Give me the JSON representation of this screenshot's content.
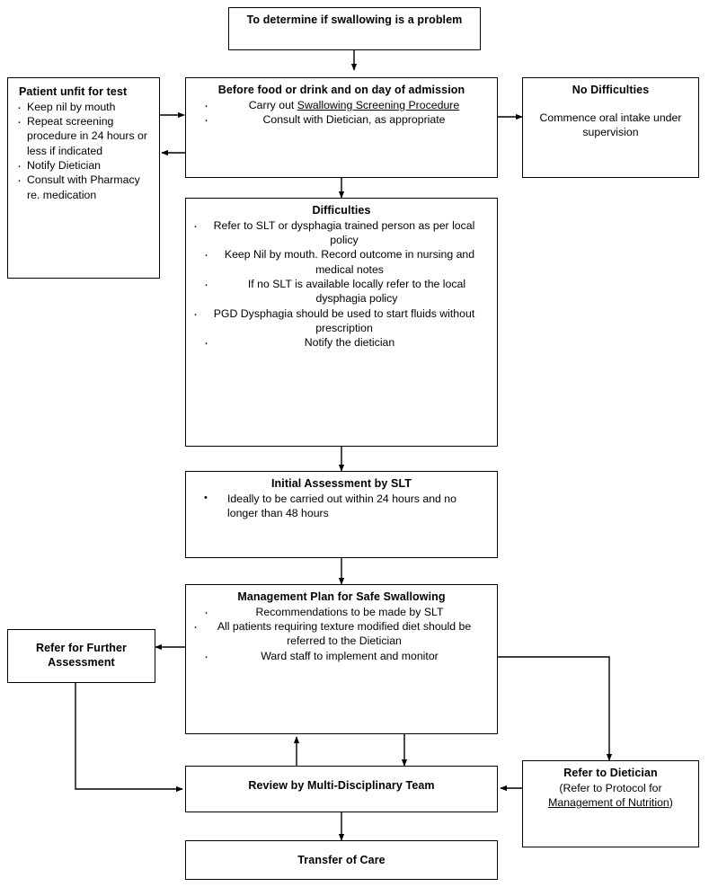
{
  "diagram": {
    "title": "Swallowing screening and management pathway flowchart",
    "line_color": "#000000",
    "box_border_color": "#000000",
    "background": "#ffffff"
  },
  "nodes": {
    "start": {
      "title": "To determine if swallowing is a problem"
    },
    "patient_unfit": {
      "title": "Patient unfit for test",
      "bullets": [
        "Keep nil by mouth",
        "Repeat  screening procedure in 24 hours or less if indicated",
        "Notify Dietician",
        "Consult with Pharmacy re. medication"
      ]
    },
    "before_food": {
      "title": "Before food or drink and on day of admission",
      "bullet1_prefix": "Carry out ",
      "bullet1_link": "Swallowing Screening Procedure",
      "bullet2": "Consult with Dietician, as appropriate"
    },
    "no_difficulties": {
      "title": "No Difficulties",
      "body": "Commence oral intake under supervision"
    },
    "difficulties": {
      "title": "Difficulties",
      "bullets": [
        "Refer to SLT or dysphagia trained person as per local policy",
        "Keep Nil by mouth. Record outcome in nursing and medical notes",
        "If no SLT is available locally refer to the local dysphagia policy",
        "PGD Dysphagia should be used to start fluids without prescription",
        "Notify the dietician"
      ]
    },
    "initial_assessment": {
      "title": "Initial Assessment  by SLT",
      "bullets": [
        "Ideally to be carried out within 24 hours and no longer than 48 hours"
      ]
    },
    "management_plan": {
      "title": "Management Plan for Safe Swallowing",
      "bullets": [
        "Recommendations to be made by SLT",
        "All patients requiring texture modified diet should be referred to the Dietician",
        "Ward staff to implement and monitor"
      ]
    },
    "refer_further": {
      "title": "Refer for Further Assessment"
    },
    "review_mdt": {
      "title": "Review by Multi-Disciplinary Team"
    },
    "refer_dietician": {
      "title": "Refer to Dietician",
      "line2": "(Refer to Protocol for",
      "line3_link": "Management  of Nutrition",
      "line3_suffix": ")"
    },
    "transfer_of_care": {
      "title": "Transfer of Care"
    }
  },
  "connectors": [
    {
      "name": "start-to-before-food",
      "from": "start",
      "to": "before_food",
      "direction": "down"
    },
    {
      "name": "patient-unfit-to-before-food",
      "from": "patient_unfit",
      "to": "before_food",
      "direction": "right"
    },
    {
      "name": "before-food-to-patient-unfit",
      "from": "before_food",
      "to": "patient_unfit",
      "direction": "left"
    },
    {
      "name": "before-food-to-no-difficulties",
      "from": "before_food",
      "to": "no_difficulties",
      "direction": "right"
    },
    {
      "name": "before-food-to-difficulties",
      "from": "before_food",
      "to": "difficulties",
      "direction": "down"
    },
    {
      "name": "difficulties-to-initial-assessment",
      "from": "difficulties",
      "to": "initial_assessment",
      "direction": "down"
    },
    {
      "name": "initial-assessment-to-management-plan",
      "from": "initial_assessment",
      "to": "management_plan",
      "direction": "down"
    },
    {
      "name": "management-plan-to-refer-further",
      "from": "management_plan",
      "to": "refer_further",
      "direction": "left"
    },
    {
      "name": "management-plan-to-refer-dietician",
      "from": "management_plan",
      "to": "refer_dietician",
      "direction": "right-down"
    },
    {
      "name": "management-plan-to-review-mdt",
      "from": "management_plan",
      "to": "review_mdt",
      "direction": "down"
    },
    {
      "name": "review-mdt-to-management-plan",
      "from": "review_mdt",
      "to": "management_plan",
      "direction": "up"
    },
    {
      "name": "refer-further-to-review-mdt",
      "from": "refer_further",
      "to": "review_mdt",
      "direction": "down-right"
    },
    {
      "name": "refer-dietician-to-review-mdt",
      "from": "refer_dietician",
      "to": "review_mdt",
      "direction": "left"
    },
    {
      "name": "review-mdt-to-transfer-of-care",
      "from": "review_mdt",
      "to": "transfer_of_care",
      "direction": "down"
    }
  ]
}
